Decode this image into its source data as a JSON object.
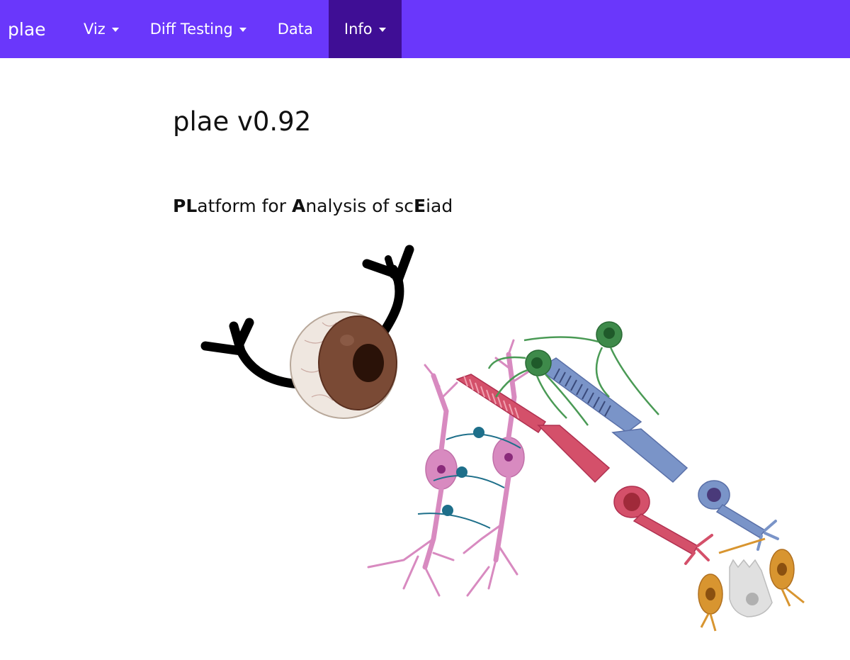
{
  "navbar": {
    "brand": "plae",
    "items": [
      {
        "label": "Viz",
        "dropdown": true
      },
      {
        "label": "Diff Testing",
        "dropdown": true
      },
      {
        "label": "Data",
        "dropdown": false
      },
      {
        "label": "Info",
        "dropdown": true,
        "active": true
      }
    ],
    "color": "#6a37fb",
    "active_color": "#3f0e95"
  },
  "main": {
    "title": "plae v0.92",
    "tagline_parts": [
      {
        "text": "PL",
        "bold": true
      },
      {
        "text": "atform for ",
        "bold": false
      },
      {
        "text": "A",
        "bold": true
      },
      {
        "text": "nalysis of sc",
        "bold": false
      },
      {
        "text": "E",
        "bold": true
      },
      {
        "text": "iad",
        "bold": false
      }
    ]
  },
  "illustration": {
    "items": [
      "eye-icon",
      "retina-cells-illustration"
    ]
  }
}
